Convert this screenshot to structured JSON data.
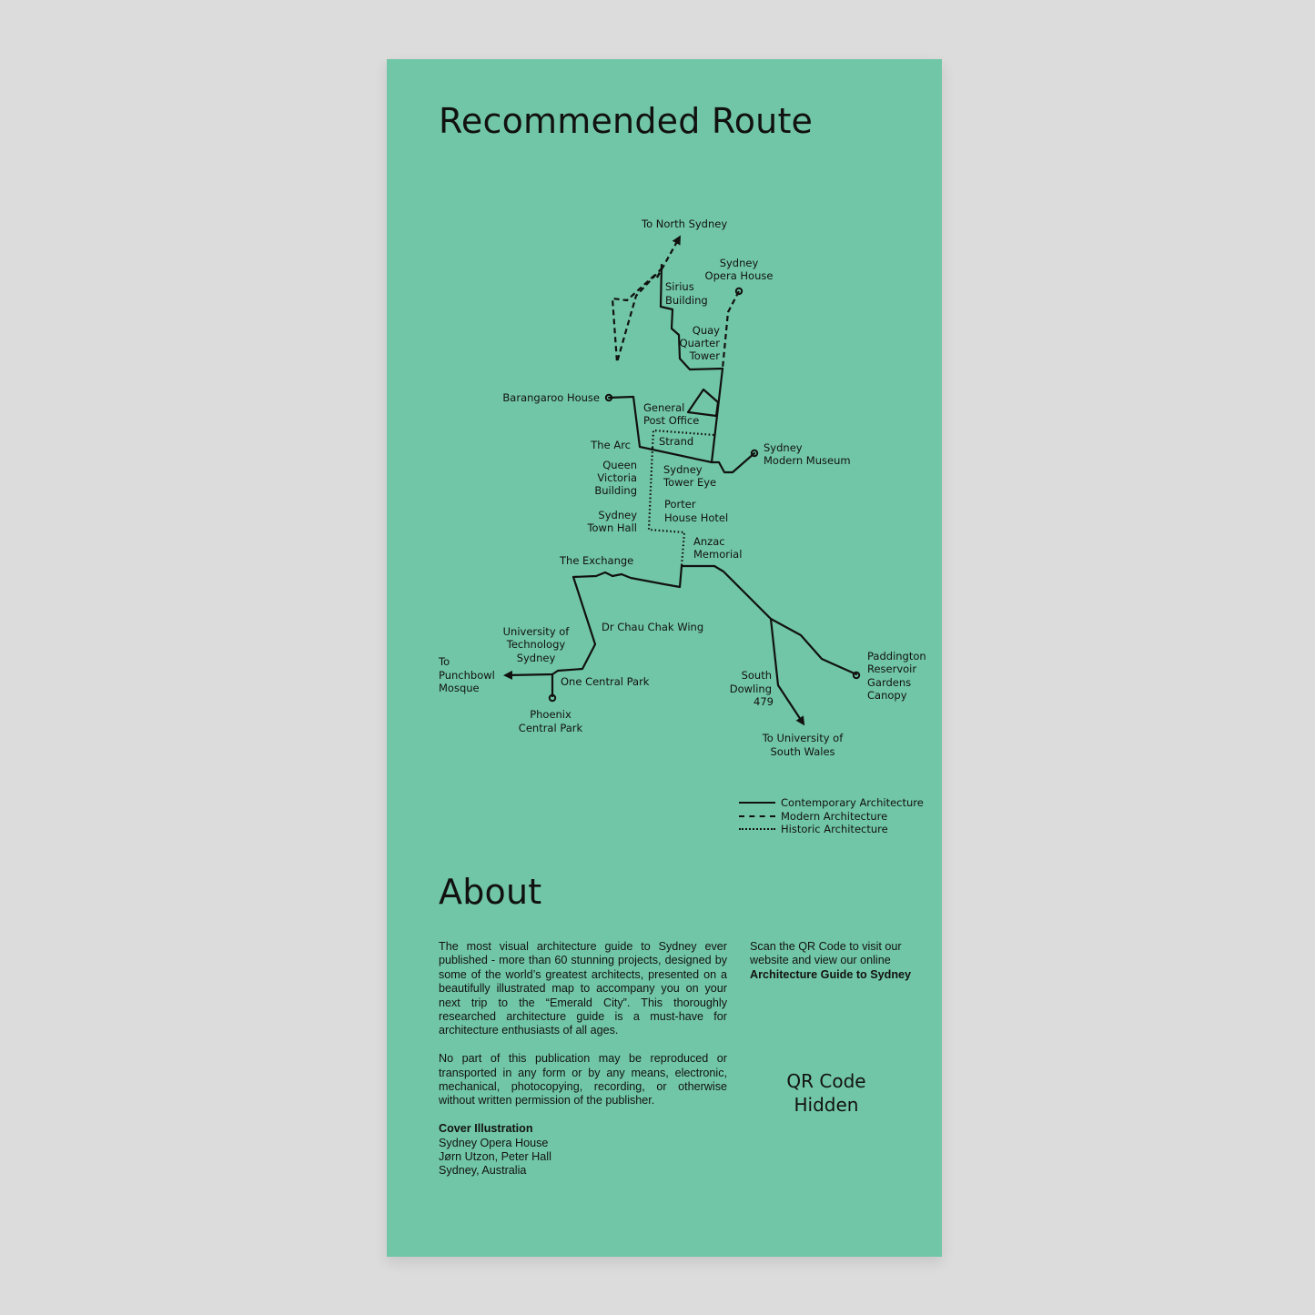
{
  "colors": {
    "background": "#dcdcdc",
    "poster": "#71c6a8",
    "ink": "#111111"
  },
  "route_title": "Recommended Route",
  "map": {
    "labels": {
      "north_sydney": "To North Sydney",
      "opera_house_1": "Sydney",
      "opera_house_2": "Opera House",
      "sirius_1": "Sirius",
      "sirius_2": "Building",
      "quay_1": "Quay",
      "quay_2": "Quarter",
      "quay_3": "Tower",
      "barangaroo": "Barangaroo House",
      "gpo_1": "General",
      "gpo_2": "Post Office",
      "strand": "Strand",
      "arc": "The Arc",
      "modern_museum_1": "Sydney",
      "modern_museum_2": "Modern Museum",
      "qvb_1": "Queen",
      "qvb_2": "Victoria",
      "qvb_3": "Building",
      "tower_eye_1": "Sydney",
      "tower_eye_2": "Tower Eye",
      "town_hall_1": "Sydney",
      "town_hall_2": "Town Hall",
      "porter_1": "Porter",
      "porter_2": "House Hotel",
      "anzac_1": "Anzac",
      "anzac_2": "Memorial",
      "exchange": "The Exchange",
      "chau_chak": "Dr Chau Chak Wing",
      "uts_1": "University of",
      "uts_2": "Technology",
      "uts_3": "Sydney",
      "punchbowl_1": "To",
      "punchbowl_2": "Punchbowl",
      "punchbowl_3": "Mosque",
      "one_central": "One Central Park",
      "phoenix_1": "Phoenix",
      "phoenix_2": "Central Park",
      "paddington_1": "Paddington",
      "paddington_2": "Reservoir",
      "paddington_3": "Gardens",
      "paddington_4": "Canopy",
      "south_dowling_1": "South",
      "south_dowling_2": "Dowling",
      "south_dowling_3": "479",
      "unsw_1": "To University of",
      "unsw_2": "South Wales"
    },
    "legend": [
      {
        "label": "Contemporary Architecture",
        "style": "solid"
      },
      {
        "label": "Modern Architecture",
        "style": "dashed"
      },
      {
        "label": "Historic Architecture",
        "style": "dotted"
      }
    ]
  },
  "about": {
    "title": "About",
    "paragraph_1": "The most visual architecture guide to Sydney ever published - more than 60 stunning projects, designed by some of the world’s greatest architects, presented on a beautifully illustrated map to accompany you on your next trip to the “Emerald City”. This thoroughly researched architecture guide is a must-have for architecture enthusiasts of all ages.",
    "paragraph_2": "No part of this publication may be reproduced or transported in any form or by any means, electronic, mechanical, photocopying, recording, or otherwise without written permission of the publisher.",
    "credit_heading": "Cover Illustration",
    "credit_line_1": "Sydney Opera House",
    "credit_line_2": "Jørn Utzon, Peter Hall",
    "credit_line_3": "Sydney, Australia"
  },
  "qr": {
    "text_line_1": "Scan the QR Code to visit our",
    "text_line_2": "website and view our online",
    "text_bold": "Architecture Guide to Sydney",
    "placeholder_line_1": "QR Code",
    "placeholder_line_2": "Hidden"
  }
}
